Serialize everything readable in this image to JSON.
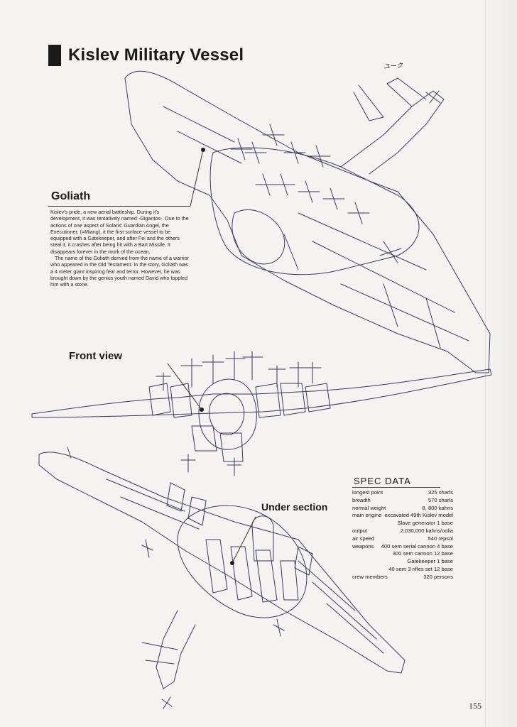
{
  "page": {
    "title": "Kislev Military Vessel",
    "page_number": "155"
  },
  "goliath": {
    "heading": "Goliath",
    "paragraphs": [
      "Kislev's pride, a new aerial battleship. During it's development, it was tentatively named -Gigantos-. Due to the actions of one aspect of Solaris' Guardian Angel, the Executioner, (=Miang), it the first surface vessel to be equipped with a Gatekeeper, and after Fei and the others steal it, it crashes after being hit with a Bart Missile. It disappears forever in the murk of the ocean.",
      "The name of the Goliath derived from the name of a warrior who appeared in the Old Testament. In the story, Goliath was a 4 meter giant inspiring fear and terror. However, he was brought down by the genius youth named David who toppled him with a stone."
    ]
  },
  "views": {
    "front_view": "Front view",
    "under_section": "Under section",
    "sketch_note": "ユーク"
  },
  "spec": {
    "title": "SPEC DATA",
    "rows": [
      {
        "k": "longest point",
        "v": "325 sharls"
      },
      {
        "k": "breadth",
        "v": "570 sharls"
      },
      {
        "k": "normal weight",
        "v": "8, 800 kahns"
      },
      {
        "k": "main engine",
        "v": "excavated 49th Kislev model"
      },
      {
        "k": "",
        "v": "Slave generator 1 base"
      },
      {
        "k": "output",
        "v": "2,030,000 kahns/oolia"
      },
      {
        "k": "air speed",
        "v": "540 repsol"
      },
      {
        "k": "weapons",
        "v": "400 sem serial cannon 4 base"
      },
      {
        "k": "",
        "v": "300 sem cannon 12 base"
      },
      {
        "k": "",
        "v": "Gatekeeper 1 base"
      },
      {
        "k": "",
        "v": "40 sem 3 rifles set 12 base"
      },
      {
        "k": "crew members",
        "v": "320 persons"
      }
    ]
  }
}
